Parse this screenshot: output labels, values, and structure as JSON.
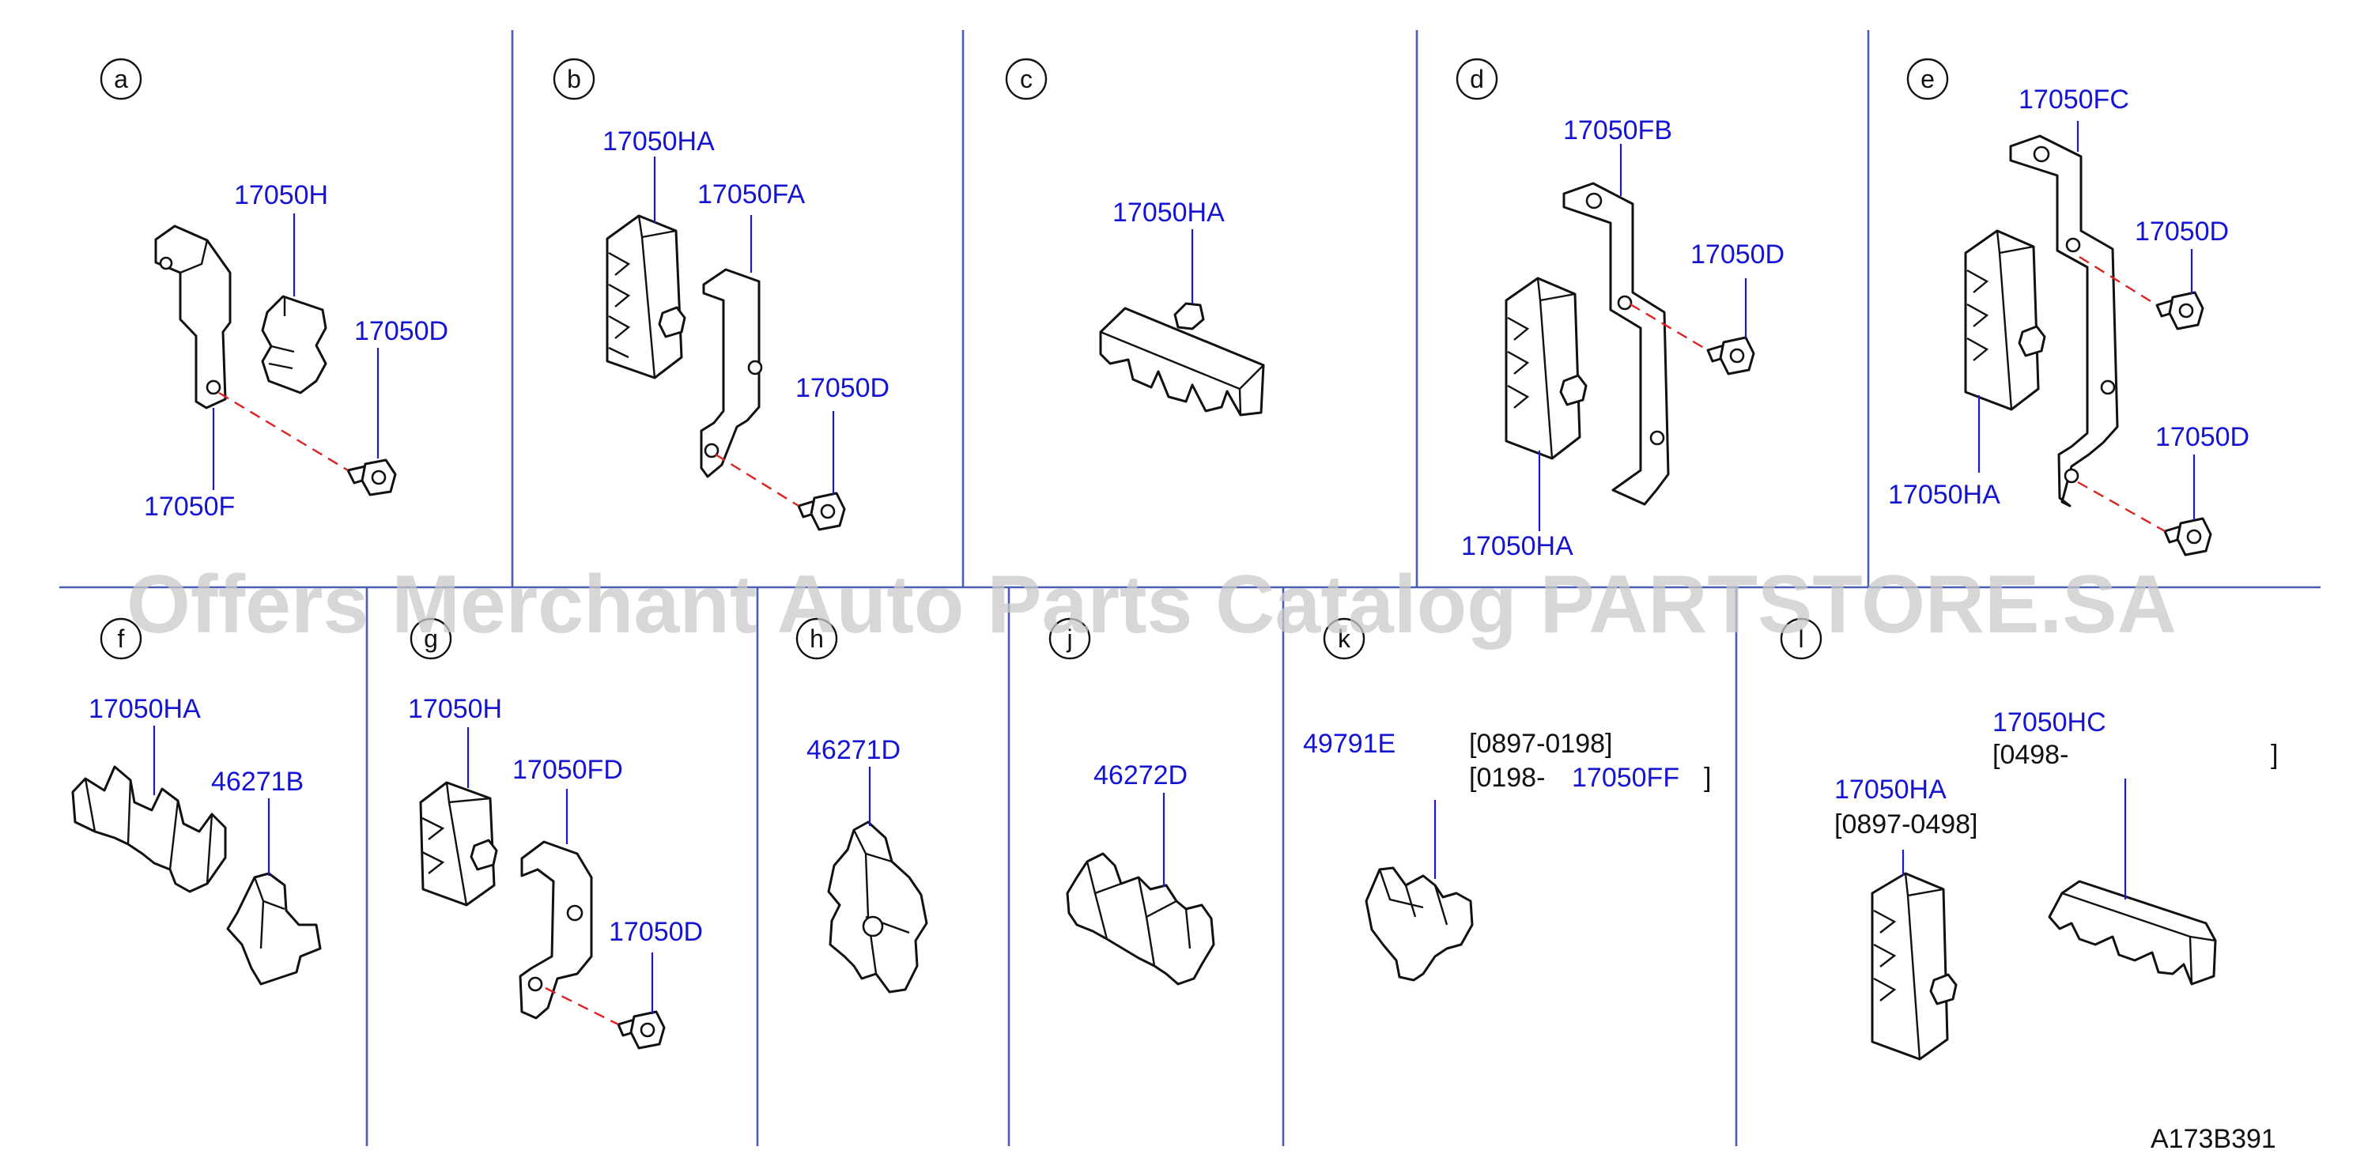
{
  "panels": {
    "a": {
      "letter": "a",
      "labels": [
        "17050H",
        "17050D",
        "17050F"
      ]
    },
    "b": {
      "letter": "b",
      "labels": [
        "17050HA",
        "17050FA",
        "17050D"
      ]
    },
    "c": {
      "letter": "c",
      "labels": [
        "17050HA"
      ]
    },
    "d": {
      "letter": "d",
      "labels": [
        "17050FB",
        "17050D",
        "17050HA"
      ]
    },
    "e": {
      "letter": "e",
      "labels": [
        "17050FC",
        "17050D",
        "17050D",
        "17050HA"
      ]
    },
    "f": {
      "letter": "f",
      "labels": [
        "17050HA",
        "46271B"
      ]
    },
    "g": {
      "letter": "g",
      "labels": [
        "17050H",
        "17050FD",
        "17050D"
      ]
    },
    "h": {
      "letter": "h",
      "labels": [
        "46271D"
      ]
    },
    "j": {
      "letter": "j",
      "labels": [
        "46272D"
      ]
    },
    "k": {
      "letter": "k",
      "labels": [
        "49791E",
        "17050FF"
      ],
      "dates": [
        "[0897-0198]",
        "[0198-",
        "]"
      ]
    },
    "l": {
      "letter": "l",
      "labels": [
        "17050HC",
        "17050HA"
      ],
      "dates": [
        "[0498-",
        "]",
        "[0897-0498]"
      ]
    }
  },
  "watermark": "Offers Merchant Auto Parts Catalog PARTSTORE.SA",
  "diagram_code": "A173B391",
  "colors": {
    "label": "#1414d2",
    "divider": "#4a5fb4",
    "dash_line": "#dd2222",
    "watermark": "#c9c9c9"
  }
}
